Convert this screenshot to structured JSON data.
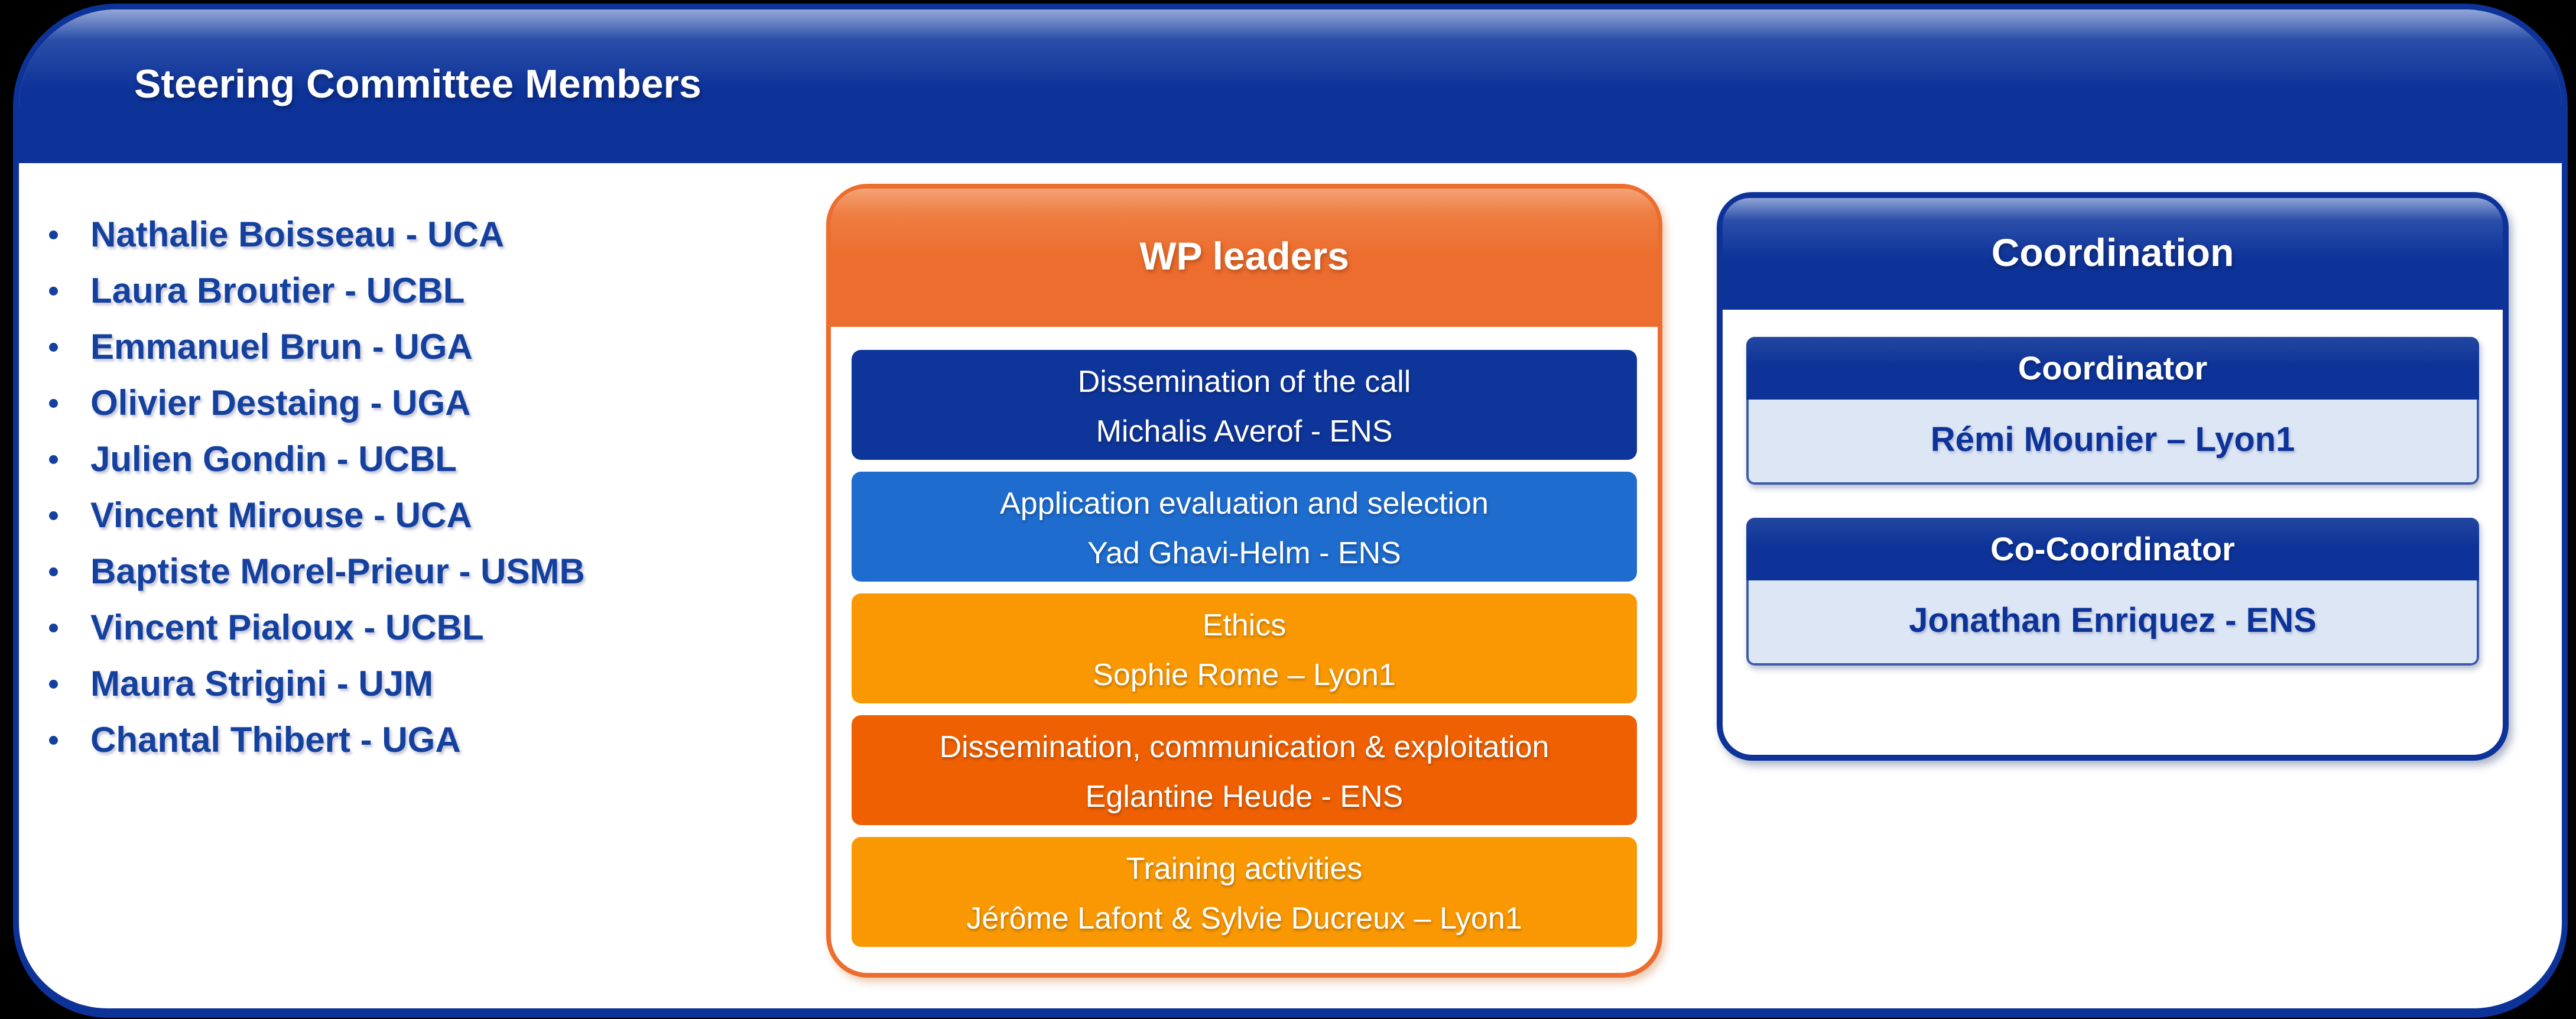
{
  "slide": {
    "title": "Steering Committee Members"
  },
  "members": {
    "items": [
      "Nathalie Boisseau - UCA",
      "Laura Broutier - UCBL",
      "Emmanuel Brun - UGA",
      "Olivier Destaing - UGA",
      "Julien Gondin - UCBL",
      "Vincent Mirouse - UCA",
      "Baptiste Morel-Prieur - USMB",
      "Vincent Pialoux - UCBL",
      "Maura Strigini - UJM",
      "Chantal Thibert - UGA"
    ]
  },
  "wp_leaders": {
    "title": "WP leaders",
    "items": [
      {
        "role": "Dissemination of the call",
        "name": "Michalis Averof - ENS",
        "color": "#0E3599"
      },
      {
        "role": "Application evaluation and selection",
        "name": "Yad Ghavi-Helm - ENS",
        "color": "#1E6CCE"
      },
      {
        "role": "Ethics",
        "name": "Sophie Rome – Lyon1",
        "color": "#F99803"
      },
      {
        "role": "Dissemination, communication & exploitation",
        "name": "Eglantine Heude - ENS",
        "color": "#EE6002"
      },
      {
        "role": "Training activities",
        "name": "Jérôme Lafont & Sylvie Ducreux – Lyon1",
        "color": "#F99803"
      }
    ]
  },
  "coordination": {
    "title": "Coordination",
    "roles": [
      {
        "label": "Coordinator",
        "name": "Rémi Mounier – Lyon1"
      },
      {
        "label": "Co-Coordinator",
        "name": "Jonathan Enriquez - ENS"
      }
    ]
  },
  "colors": {
    "frame_navy": "#0D3399",
    "member_text_blue": "#14419E",
    "wp_panel_orange": "#EC6D2D",
    "box_navy": "#0E3599",
    "box_medium_blue": "#1E6CCE",
    "box_amber": "#F99803",
    "box_red_orange": "#EE6002",
    "light_blue_fill": "#DCE6F5",
    "background": "#000000",
    "white": "#FFFFFF"
  }
}
